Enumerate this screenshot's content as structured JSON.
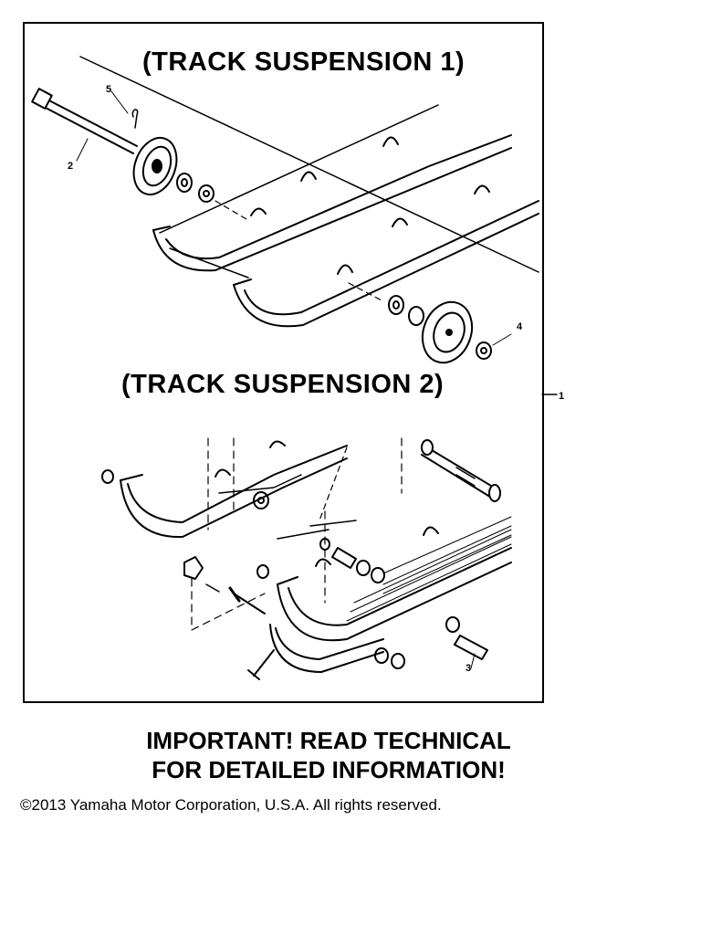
{
  "diagram": {
    "title_1": "(TRACK SUSPENSION 1)",
    "title_2": "(TRACK SUSPENSION 2)",
    "callouts": [
      "5",
      "2",
      "4",
      "3"
    ],
    "assembly_ref": "1"
  },
  "notice": {
    "line_1": "IMPORTANT! READ TECHNICAL",
    "line_2": "FOR DETAILED INFORMATION!"
  },
  "copyright": "©2013 Yamaha Motor Corporation, U.S.A. All rights reserved."
}
